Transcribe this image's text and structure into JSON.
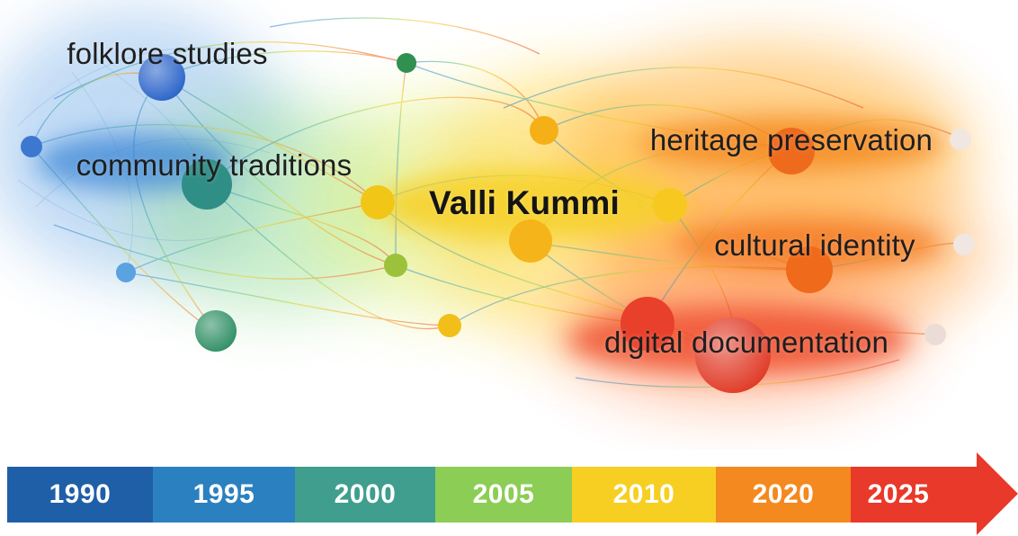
{
  "diagram": {
    "keywords": [
      {
        "label": "folklore studies",
        "color": "#2f6fd0"
      },
      {
        "label": "community traditions",
        "color": "#3a8ec4"
      },
      {
        "label": "Valli Kummi",
        "color": "#f2c21a"
      },
      {
        "label": "heritage preservation",
        "color": "#f07a1c"
      },
      {
        "label": "cultural identity",
        "color": "#f06a1a"
      },
      {
        "label": "digital documentation",
        "color": "#e8402a"
      }
    ]
  },
  "timeline": {
    "years": [
      {
        "label": "1990",
        "color": "#1f5fa8"
      },
      {
        "label": "1995",
        "color": "#2b80c0"
      },
      {
        "label": "2000",
        "color": "#3f9e8e"
      },
      {
        "label": "2005",
        "color": "#8ccd55"
      },
      {
        "label": "2010",
        "color": "#f6cf22"
      },
      {
        "label": "2020",
        "color": "#f4891f"
      },
      {
        "label": "2025",
        "color": "#e8392a"
      }
    ]
  }
}
